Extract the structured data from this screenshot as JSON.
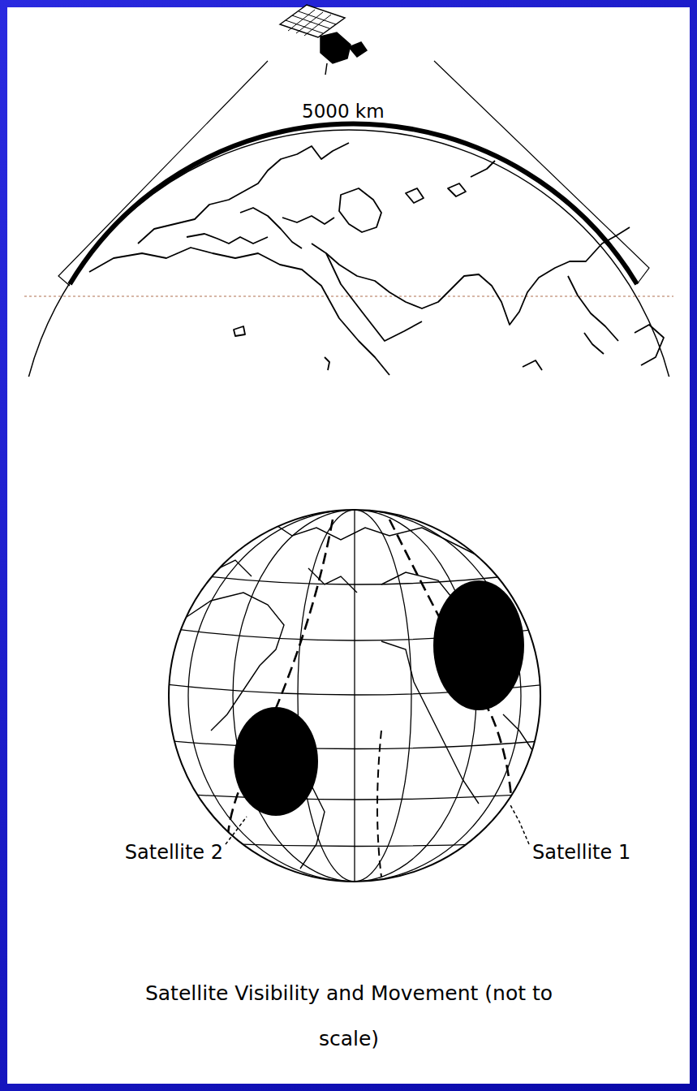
{
  "diagram": {
    "caption": "Satellite Visibility and Movement (not to scale)",
    "labels": [
      "5000 km",
      "Satellite 2",
      "Satellite 1"
    ]
  }
}
